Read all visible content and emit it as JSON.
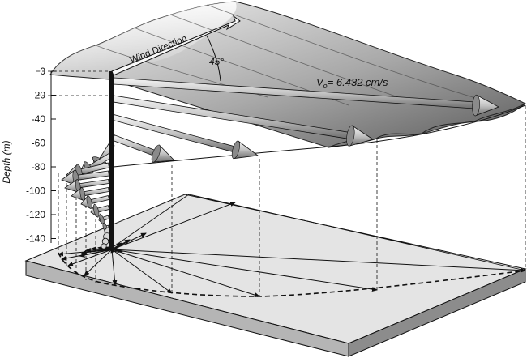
{
  "diagram": {
    "axis_title": "Depth (m)",
    "depth_ticks": [
      "0",
      "-20",
      "-40",
      "-60",
      "-80",
      "-100",
      "-120",
      "-140"
    ],
    "wind_direction_label": "Wind Direction",
    "angle_label": "45°",
    "surface_velocity_label": "V",
    "surface_velocity_subscript": "o",
    "surface_velocity_value": "= 6.432 cm/s"
  },
  "colors": {
    "ink": "#111111",
    "slab_top": "#e3e3e3",
    "slab_side": "#9a9a9a",
    "arrow_fill": "#cfcfcf"
  }
}
